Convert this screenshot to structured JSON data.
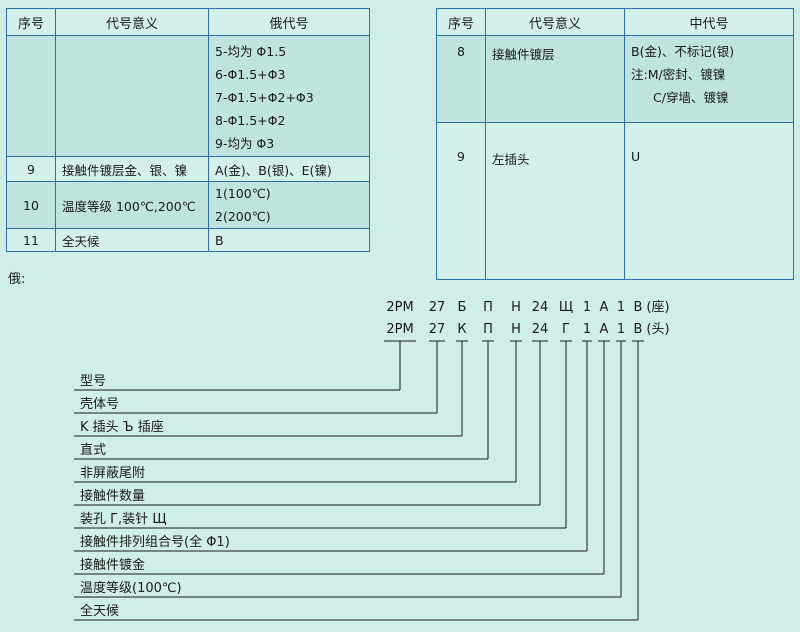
{
  "table_left": {
    "headers": [
      "序号",
      "代号意义",
      "俄代号"
    ],
    "rows": [
      {
        "no": "",
        "meaning": "",
        "code": [
          "5-均为 Φ1.5",
          "6-Φ1.5+Φ3",
          "7-Φ1.5+Φ2+Φ3",
          "8-Φ1.5+Φ2",
          "9-均为 Φ3"
        ]
      },
      {
        "no": "9",
        "meaning": "接触件镀层金、银、镍",
        "code": [
          "A(金)、B(银)、E(镍)"
        ]
      },
      {
        "no": "10",
        "meaning": "温度等级 100℃,200℃",
        "code": [
          "1(100℃)",
          "2(200℃)"
        ]
      },
      {
        "no": "11",
        "meaning": "全天候",
        "code": [
          "B"
        ]
      }
    ]
  },
  "table_right": {
    "headers": [
      "序号",
      "代号意义",
      "中代号"
    ],
    "rows": [
      {
        "no": "8",
        "meaning": "接触件镀层",
        "code": [
          "B(金)、不标记(银)",
          "注:M/密封、镀镍",
          "C/穿墙、镀镍"
        ]
      },
      {
        "no": "9",
        "meaning": "左插头",
        "code": [
          "U"
        ]
      }
    ]
  },
  "example_label": "俄:",
  "code_row1": [
    "2PM",
    "27",
    "Б",
    "П",
    "Н",
    "24",
    "Щ",
    "1",
    "А",
    "1",
    "В",
    "(座)"
  ],
  "code_row2": [
    "2PM",
    "27",
    "К",
    "П",
    "Н",
    "24",
    "Г",
    "1",
    "А",
    "1",
    "В",
    "(头)"
  ],
  "legend": [
    "型号",
    "壳体号",
    "K 插头 Ъ 插座",
    "直式",
    "非屏蔽尾附",
    "接触件数量",
    "装孔 Г,装针 Щ",
    "接触件排列组合号(全 Φ1)",
    "接触件镀金",
    "温度等级(100℃)",
    "全天候"
  ],
  "colors": {
    "background": "#cfeee8",
    "border": "#2e6fa8",
    "shade": "#bfe3dd"
  }
}
